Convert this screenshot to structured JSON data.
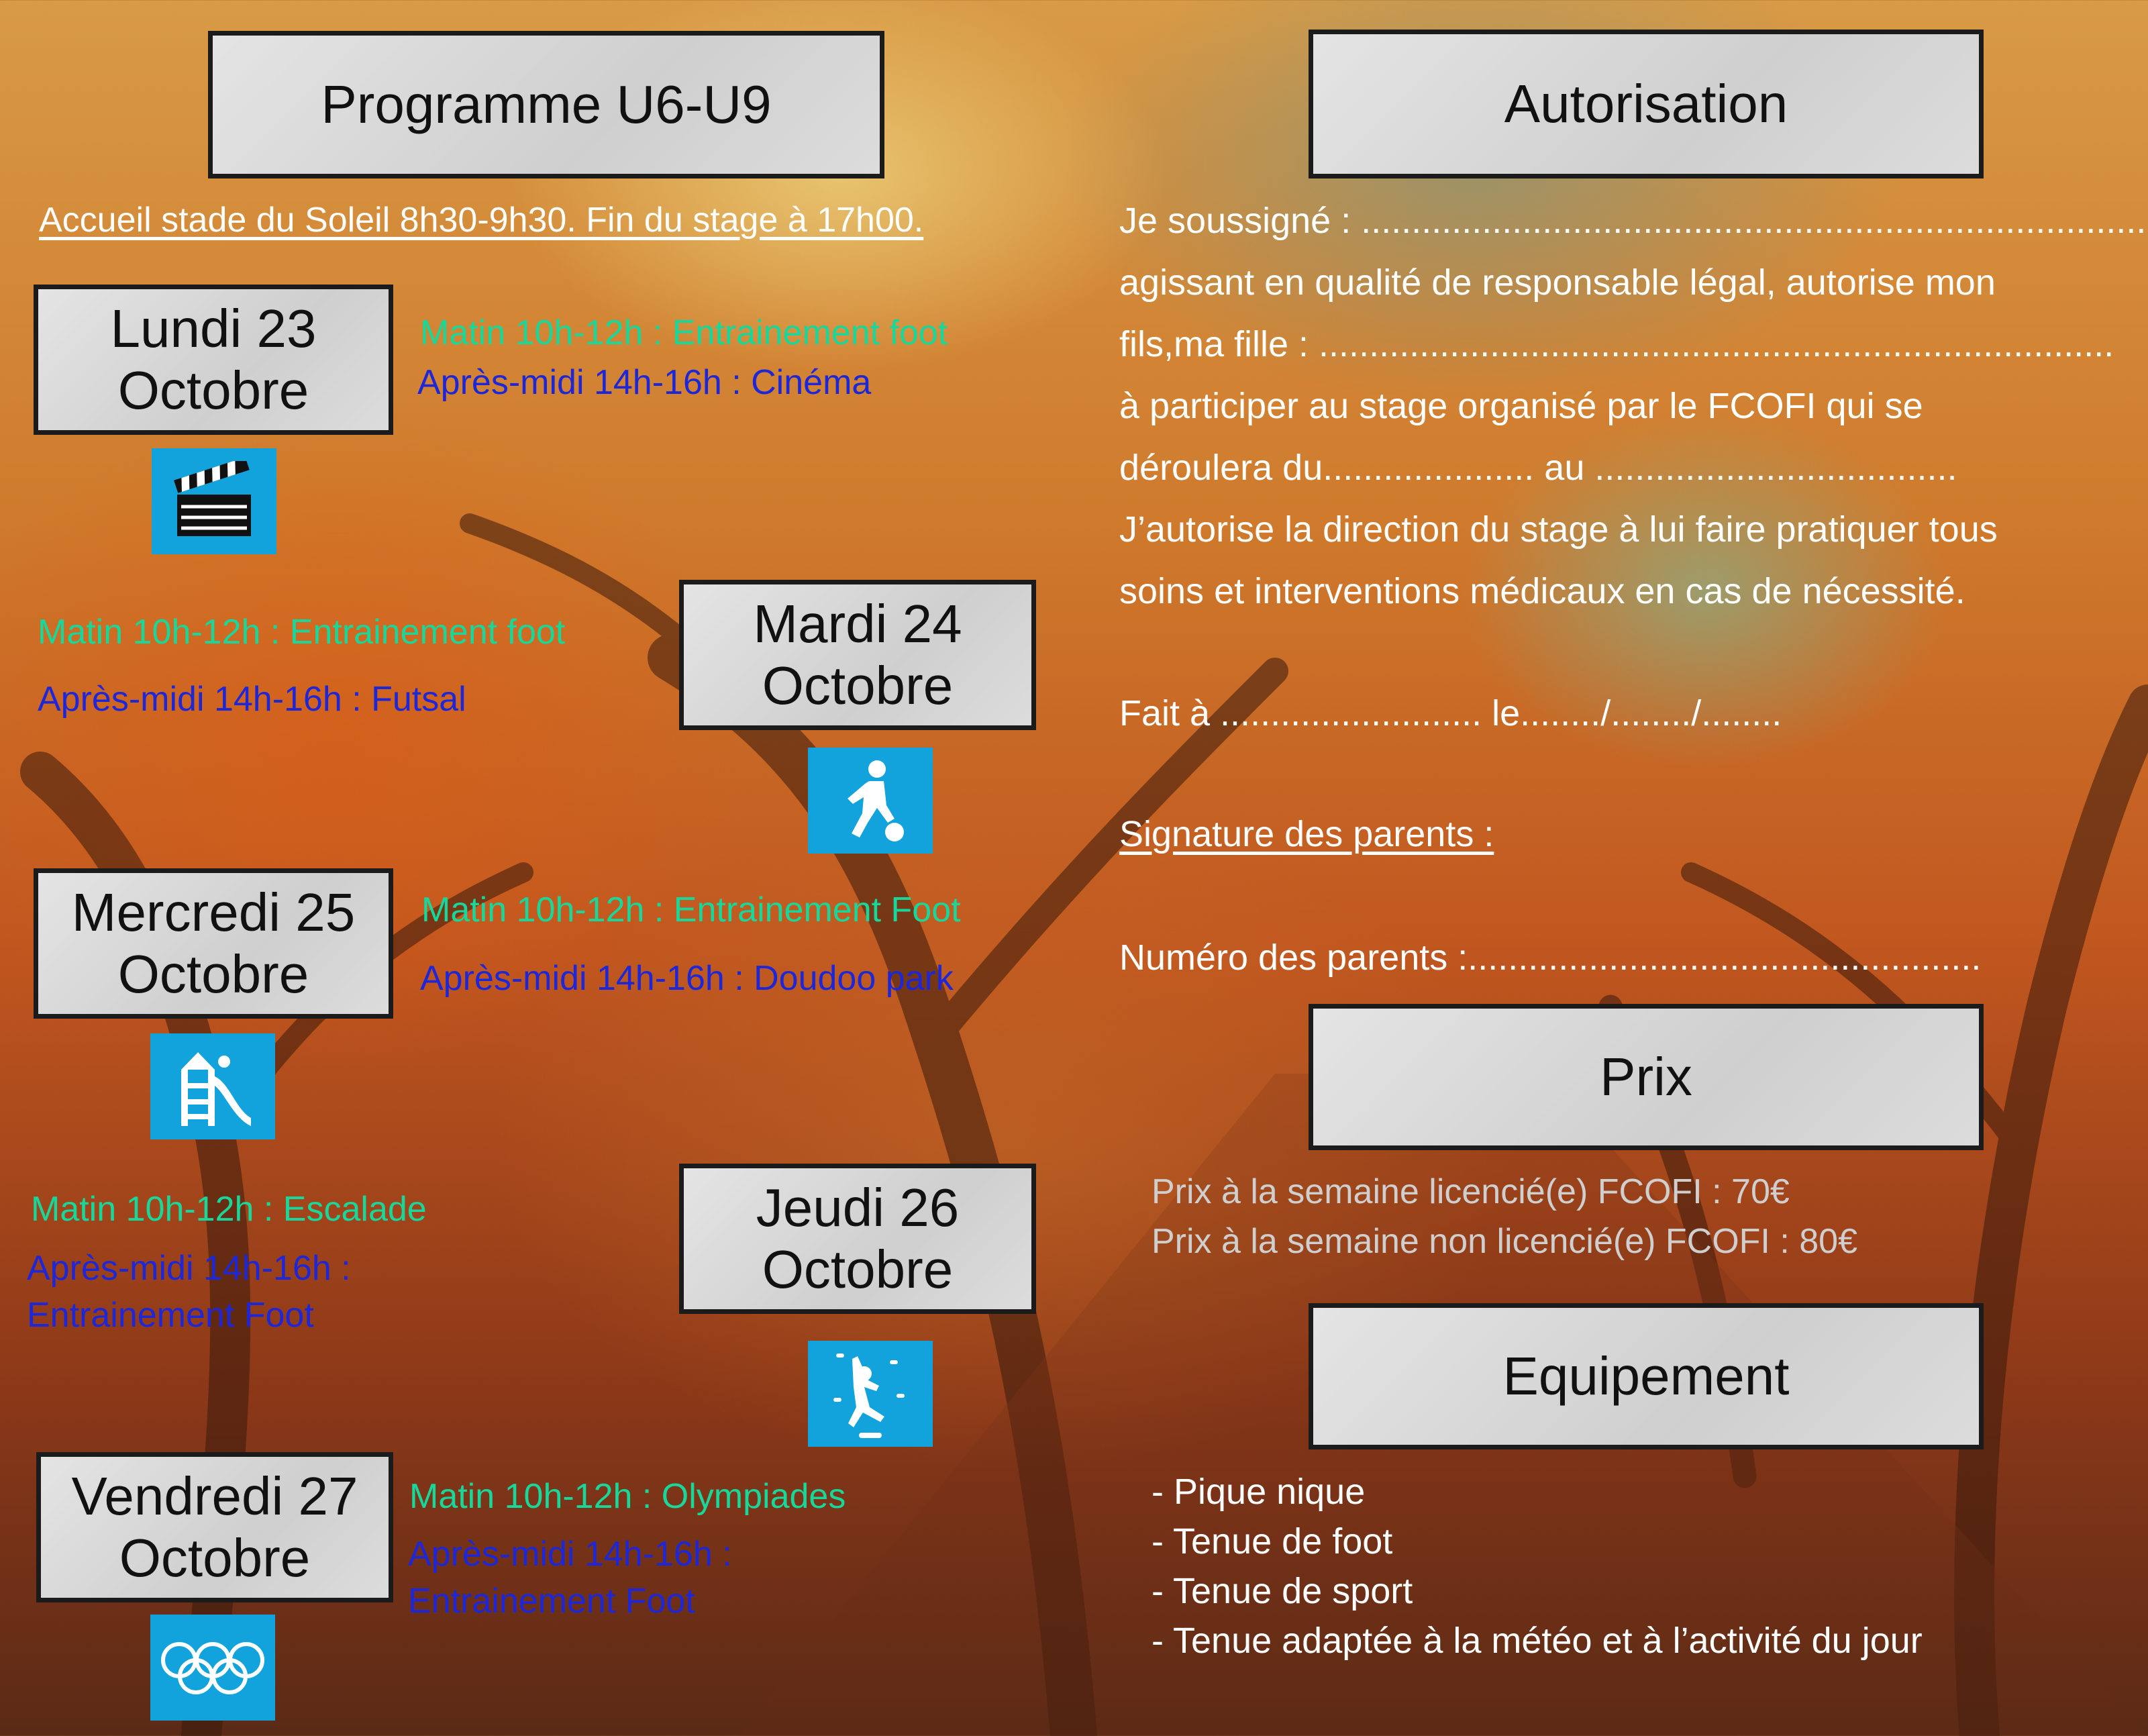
{
  "left": {
    "title": "Programme U6-U9",
    "intro": "Accueil stade du Soleil 8h30-9h30. Fin du stage à 17h00.",
    "days": [
      {
        "date_line1": "Lundi 23",
        "date_line2": "Octobre",
        "morning": "Matin 10h-12h : Entrainement foot",
        "afternoon": "Après-midi 14h-16h : Cinéma",
        "icon": "clapperboard-icon"
      },
      {
        "date_line1": "Mardi 24",
        "date_line2": "Octobre",
        "morning": "Matin 10h-12h : Entrainement foot",
        "afternoon": "Après-midi 14h-16h : Futsal",
        "icon": "football-player-icon"
      },
      {
        "date_line1": "Mercredi 25",
        "date_line2": "Octobre",
        "morning": "Matin 10h-12h : Entrainement Foot",
        "afternoon": "Après-midi 14h-16h : Doudoo park",
        "icon": "playground-slide-icon"
      },
      {
        "date_line1": "Jeudi 26",
        "date_line2": "Octobre",
        "morning": "Matin 10h-12h : Escalade",
        "afternoon_line1": "Après-midi 14h-16h :",
        "afternoon_line2": "Entrainement Foot",
        "icon": "climbing-icon"
      },
      {
        "date_line1": "Vendredi 27",
        "date_line2": "Octobre",
        "morning": "Matin 10h-12h : Olympiades",
        "afternoon_line1": "Après-midi 14h-16h :",
        "afternoon_line2": "Entrainement Foot",
        "icon": "olympic-rings-icon"
      }
    ]
  },
  "right": {
    "auth_title": "Autorisation",
    "auth_lines": [
      "Je soussigné : ...............................................................................",
      "agissant en qualité de responsable légal, autorise mon",
      "fils,ma fille  : ...............................................................................",
      "à participer au stage organisé par le FCOFI qui se",
      "déroulera du..................... au ....................................",
      "J’autorise la direction du stage à lui faire pratiquer tous",
      "soins et interventions médicaux en cas de nécessité."
    ],
    "fait_a": "Fait à .......................... le......../......../........",
    "signature": "Signature des parents : ",
    "numero": "Numéro des parents :...................................................",
    "prix_title": "Prix",
    "prix_lines": [
      "Prix à la semaine licencié(e) FCOFI : 70€",
      "Prix à la semaine non licencié(e) FCOFI : 80€"
    ],
    "equip_title": "Equipement",
    "equip_items": [
      "- Pique nique",
      "- Tenue de foot",
      "- Tenue de sport",
      "- Tenue adaptée à la météo et à l’activité du jour"
    ]
  },
  "colors": {
    "icon_bg": "#12a3dd",
    "morning": "#17d89a",
    "afternoon": "#1d27d8"
  }
}
